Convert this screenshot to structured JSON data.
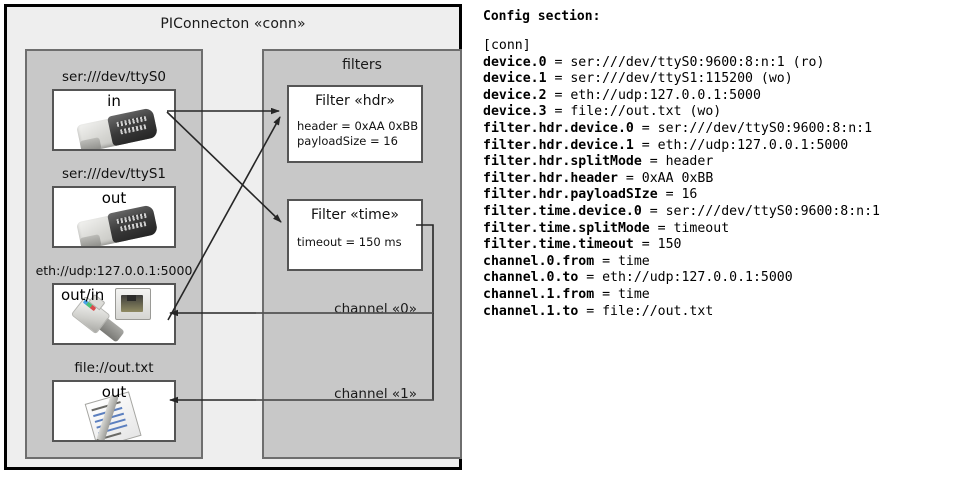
{
  "diagram": {
    "title": "PIConnecton «conn»",
    "devices_group": {
      "title": ""
    },
    "filters_group": {
      "title": "filters"
    },
    "devices": [
      {
        "name": "ser:///dev/ttyS0",
        "port": "in",
        "icon": "serial-connector-icon"
      },
      {
        "name": "ser:///dev/ttyS1",
        "port": "out",
        "icon": "serial-connector-icon"
      },
      {
        "name": "eth://udp:127.0.0.1:5000",
        "port": "out/in",
        "icon": "ethernet-plug-icon"
      },
      {
        "name": "file://out.txt",
        "port": "out",
        "icon": "text-document-icon"
      }
    ],
    "filters": [
      {
        "title": "Filter «hdr»",
        "props": [
          "header = 0xAA 0xBB",
          "payloadSize = 16"
        ]
      },
      {
        "title": "Filter «time»",
        "props": [
          "timeout = 150 ms"
        ]
      }
    ],
    "channels": [
      {
        "label": "channel «0»"
      },
      {
        "label": "channel «1»"
      }
    ]
  },
  "config": {
    "heading": "Config section:",
    "lines": [
      "[conn]",
      "device.0 = ser:///dev/ttyS0:9600:8:n:1 (ro)",
      "device.1 = ser:///dev/ttyS1:115200 (wo)",
      "device.2 = eth://udp:127.0.0.1:5000",
      "device.3 = file://out.txt (wo)",
      "filter.hdr.device.0 = ser:///dev/ttyS0:9600:8:n:1",
      "filter.hdr.device.1 = eth://udp:127.0.0.1:5000",
      "filter.hdr.splitMode = header",
      "filter.hdr.header = 0xAA 0xBB",
      "filter.hdr.payloadSIze = 16",
      "filter.time.device.0 = ser:///dev/ttyS0:9600:8:n:1",
      "filter.time.splitMode = timeout",
      "filter.time.timeout = 150",
      "channel.0.from = time",
      "channel.0.to = eth://udp:127.0.0.1:5000",
      "channel.1.from = time",
      "channel.1.to = file://out.txt"
    ]
  },
  "colors": {
    "outer_fill": "#eeeeee",
    "group_fill": "#c8c8c8",
    "node_fill": "#ffffff",
    "border_dark": "#000000",
    "border_grey": "#6e6e6e",
    "text": "#111111"
  }
}
